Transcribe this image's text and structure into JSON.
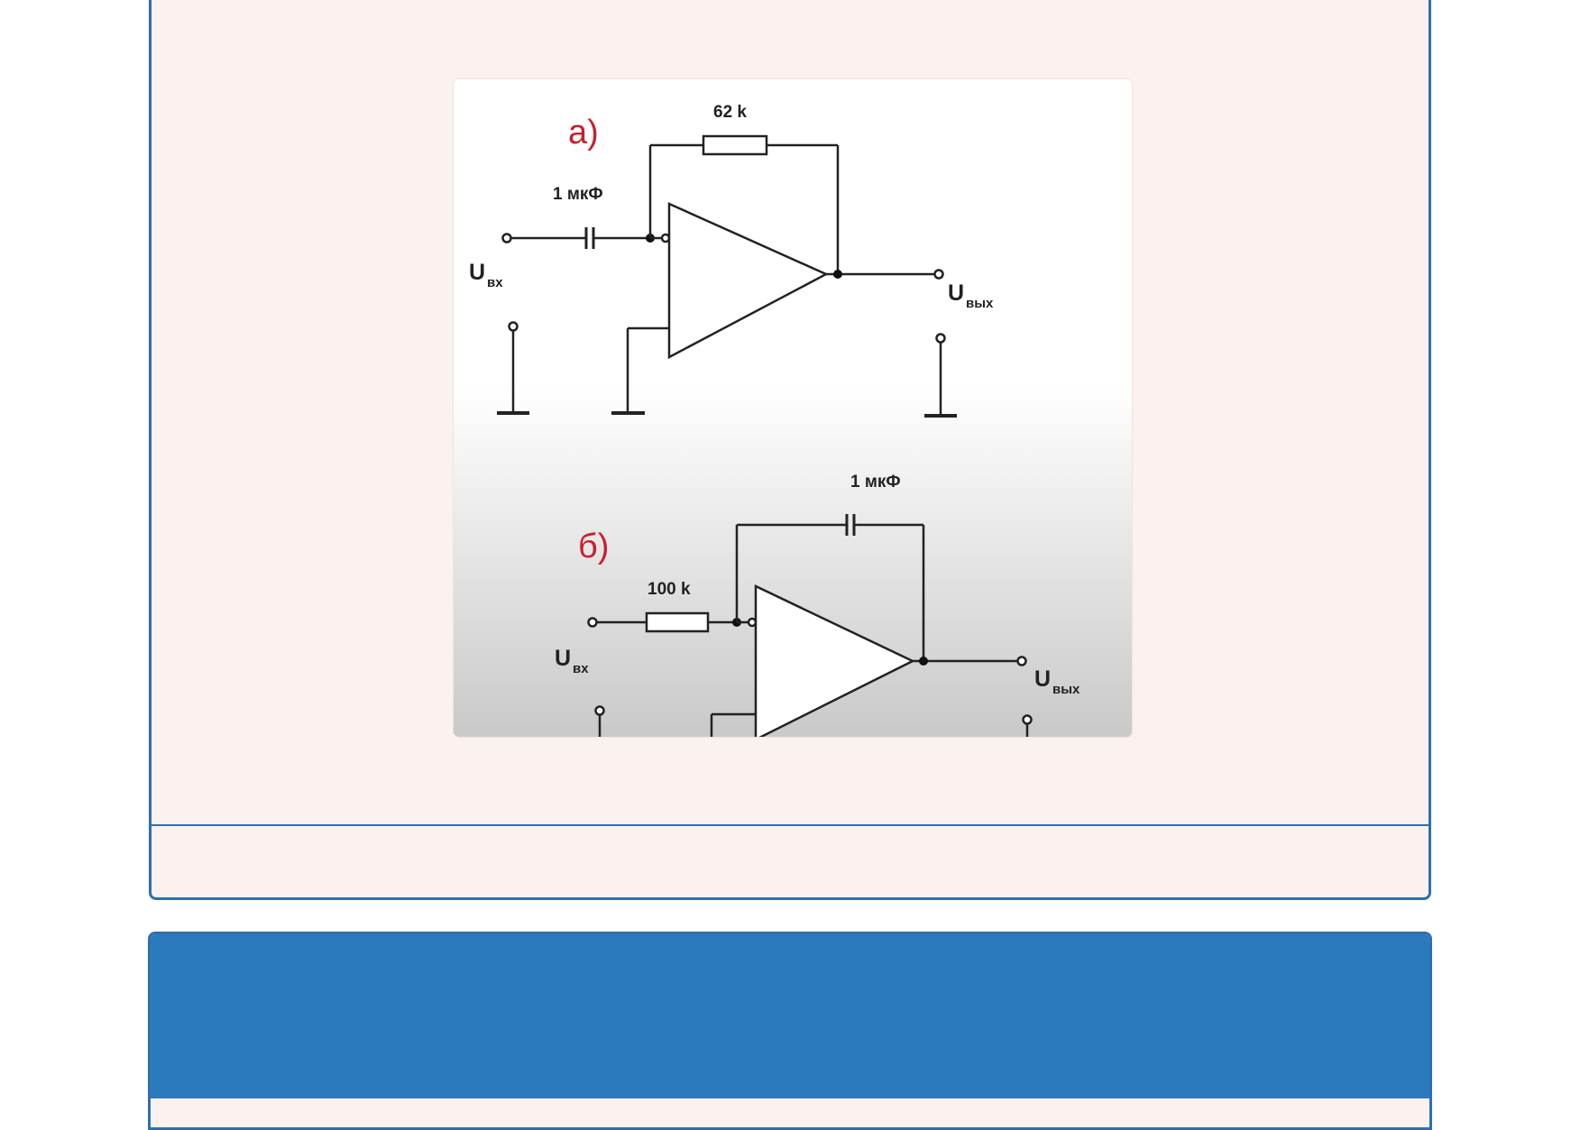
{
  "card": {
    "figure": {
      "circuit_a": {
        "letter": "а)",
        "resistor_label": "62 k",
        "capacitor_label": "1 мкФ",
        "input_label": "U",
        "input_sub": "вх",
        "output_label": "U",
        "output_sub": "вых"
      },
      "circuit_b": {
        "letter": "б)",
        "resistor_label": "100 k",
        "capacitor_label": "1 мкФ",
        "input_label": "U",
        "input_sub": "вх",
        "output_label": "U",
        "output_sub": "вых"
      }
    }
  },
  "colors": {
    "card_border": "#2f6fb0",
    "card_background": "#fbf2ef",
    "header_blue": "#2b7abd",
    "letter_red": "#c8202e"
  }
}
